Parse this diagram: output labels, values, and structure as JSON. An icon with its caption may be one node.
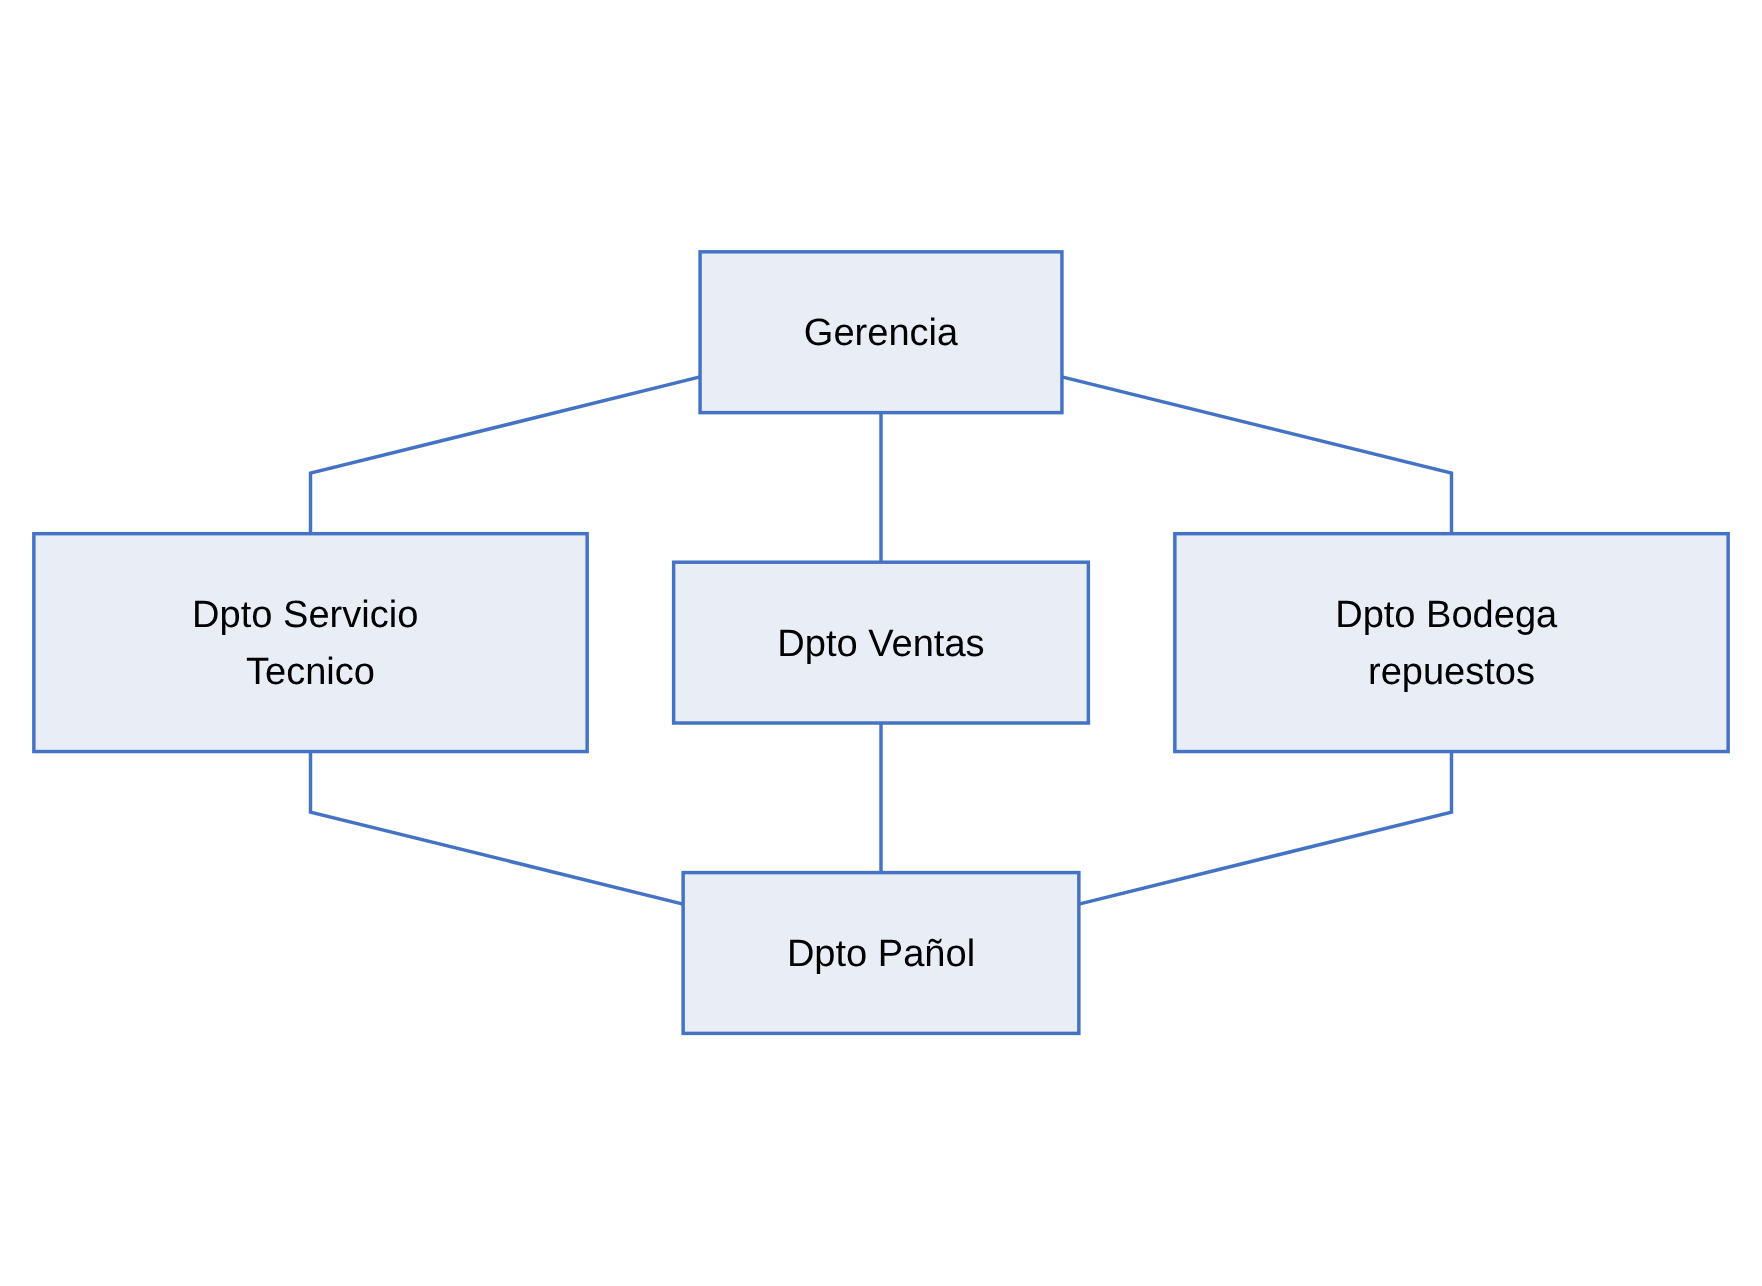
{
  "diagram": {
    "nodes": [
      {
        "text": [
          "Gerencia"
        ]
      },
      {
        "text": [
          "Dpto Ventas"
        ]
      },
      {
        "text": [
          "Dpto Servicio Tecnico"
        ]
      },
      {
        "text": [
          "Dpto Bodega repuestos"
        ]
      },
      {
        "text": [
          "Dpto Pañol"
        ]
      }
    ],
    "edges": [
      {
        "from": 0,
        "to": 1,
        "arrow": "none"
      },
      {
        "from": 0,
        "to": 2,
        "arrow": "none"
      },
      {
        "from": 0,
        "to": 3,
        "arrow": "none"
      },
      {
        "from": 2,
        "to": 4,
        "arrow": "none"
      },
      {
        "from": 1,
        "to": 4,
        "arrow": "none"
      },
      {
        "from": 3,
        "to": 4,
        "arrow": "none"
      }
    ]
  }
}
